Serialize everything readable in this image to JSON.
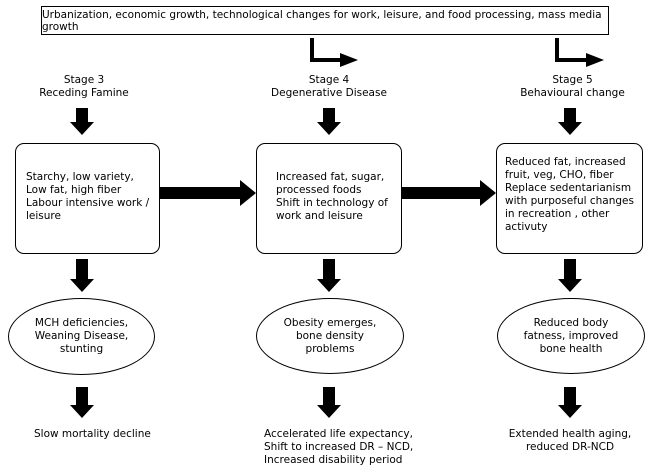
{
  "header": "Urbanization, economic growth, technological changes for work, leisure, and food processing, mass media growth",
  "stages": [
    {
      "stage": "Stage 3",
      "name": "Receding Famine",
      "diet": [
        "Starchy, low variety,",
        "Low fat, high fiber",
        "Labour intensive work /",
        "leisure"
      ],
      "health": [
        "MCH deficiencies,",
        "Weaning Disease,",
        "stunting"
      ],
      "outcome": [
        "Slow mortality decline"
      ]
    },
    {
      "stage": "Stage 4",
      "name": "Degenerative Disease",
      "diet": [
        "Increased fat, sugar,",
        "processed foods",
        "Shift in technology of",
        "work and leisure"
      ],
      "health": [
        "Obesity emerges,",
        "bone density",
        "problems"
      ],
      "outcome": [
        "Accelerated life expectancy,",
        "Shift to increased DR – NCD,",
        "Increased disability period"
      ]
    },
    {
      "stage": "Stage 5",
      "name": "Behavioural change",
      "diet": [
        "Reduced fat, increased",
        "fruit, veg, CHO, fiber",
        "Replace sedentarianism",
        "with purposeful changes",
        "in recreation , other",
        "activuty"
      ],
      "health": [
        "Reduced body",
        "fatness, improved",
        "bone health"
      ],
      "outcome": [
        "Extended health aging,",
        "reduced DR-NCD"
      ]
    }
  ]
}
